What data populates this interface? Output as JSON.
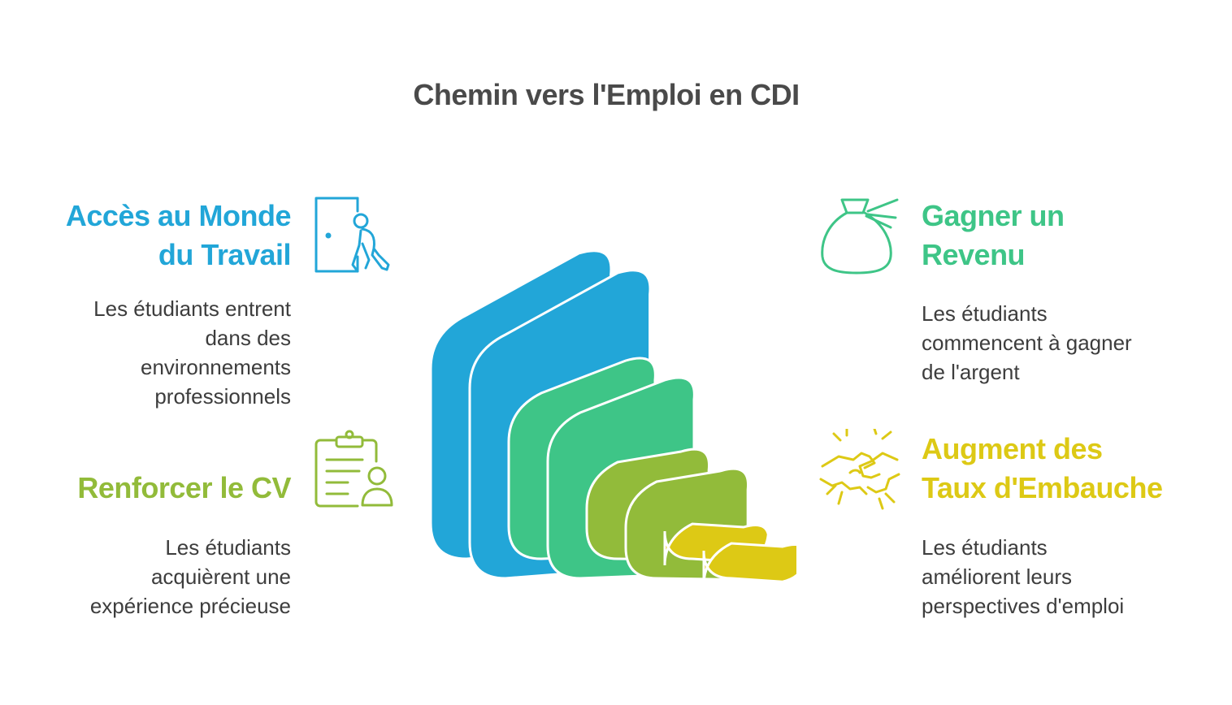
{
  "title": "Chemin vers l'Emploi en CDI",
  "sections": {
    "acces": {
      "heading": [
        "Accès au Monde",
        "du Travail"
      ],
      "body": [
        "Les étudiants entrent",
        "dans des",
        "environnements",
        "professionnels"
      ],
      "color": "#22a6d8",
      "icon": "door-exit-person-icon"
    },
    "cv": {
      "heading": [
        "Renforcer le CV"
      ],
      "body": [
        "Les étudiants",
        "acquièrent une",
        "expérience précieuse"
      ],
      "color": "#92bb3a",
      "icon": "clipboard-person-icon"
    },
    "gagner": {
      "heading": [
        "Gagner un",
        "Revenu"
      ],
      "body": [
        "Les étudiants",
        "commencent à gagner",
        "de l'argent"
      ],
      "color": "#3ec587",
      "icon": "money-bag-icon"
    },
    "taux": {
      "heading": [
        "Augment des",
        "Taux d'Embauche"
      ],
      "body": [
        "Les étudiants",
        "améliorent leurs",
        "perspectives d'emploi"
      ],
      "color": "#ddc915",
      "icon": "handshake-icon"
    }
  },
  "layer_colors": [
    "#22a6d8",
    "#3ec587",
    "#92bb3a",
    "#ddc915"
  ]
}
